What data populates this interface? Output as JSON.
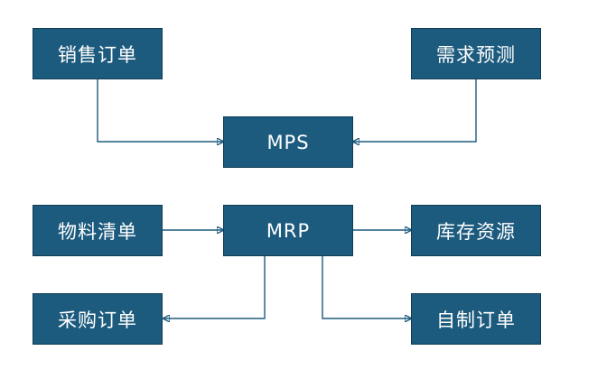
{
  "diagram": {
    "colors": {
      "node_fill": "#1d5b7e",
      "node_border": "#0f3c55",
      "edge": "#1d5b7e",
      "text": "#ffffff"
    },
    "nodes": {
      "sales_order": {
        "label": "销售订单"
      },
      "demand_forecast": {
        "label": "需求预测"
      },
      "mps": {
        "label": "MPS"
      },
      "bom": {
        "label": "物料清单"
      },
      "mrp": {
        "label": "MRP"
      },
      "inventory": {
        "label": "库存资源"
      },
      "purchase_order": {
        "label": "采购订单"
      },
      "manufacturing_order": {
        "label": "自制订单"
      }
    },
    "edges": [
      {
        "from": "sales_order",
        "to": "mps"
      },
      {
        "from": "demand_forecast",
        "to": "mps"
      },
      {
        "from": "bom",
        "to": "mrp"
      },
      {
        "from": "mrp",
        "to": "inventory"
      },
      {
        "from": "mrp",
        "to": "purchase_order"
      },
      {
        "from": "mrp",
        "to": "manufacturing_order"
      }
    ]
  }
}
